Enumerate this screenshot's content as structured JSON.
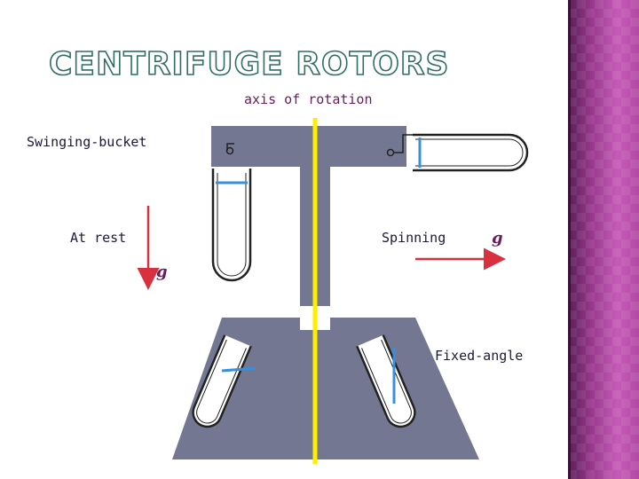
{
  "title": "CENTRIFUGE ROTORS",
  "labels": {
    "axis": "axis of rotation",
    "swinging": "Swinging-bucket",
    "at_rest": "At rest",
    "spinning": "Spinning",
    "fixed": "Fixed-angle",
    "g_rest": "g",
    "g_spin": "g"
  },
  "colors": {
    "rotor": "#737791",
    "axis": "#ffee00",
    "liquid": "#3a8fdd",
    "arrow": "#d9303f",
    "title_outline": "#2f6e64",
    "sidebar": "#9a3a8e"
  }
}
